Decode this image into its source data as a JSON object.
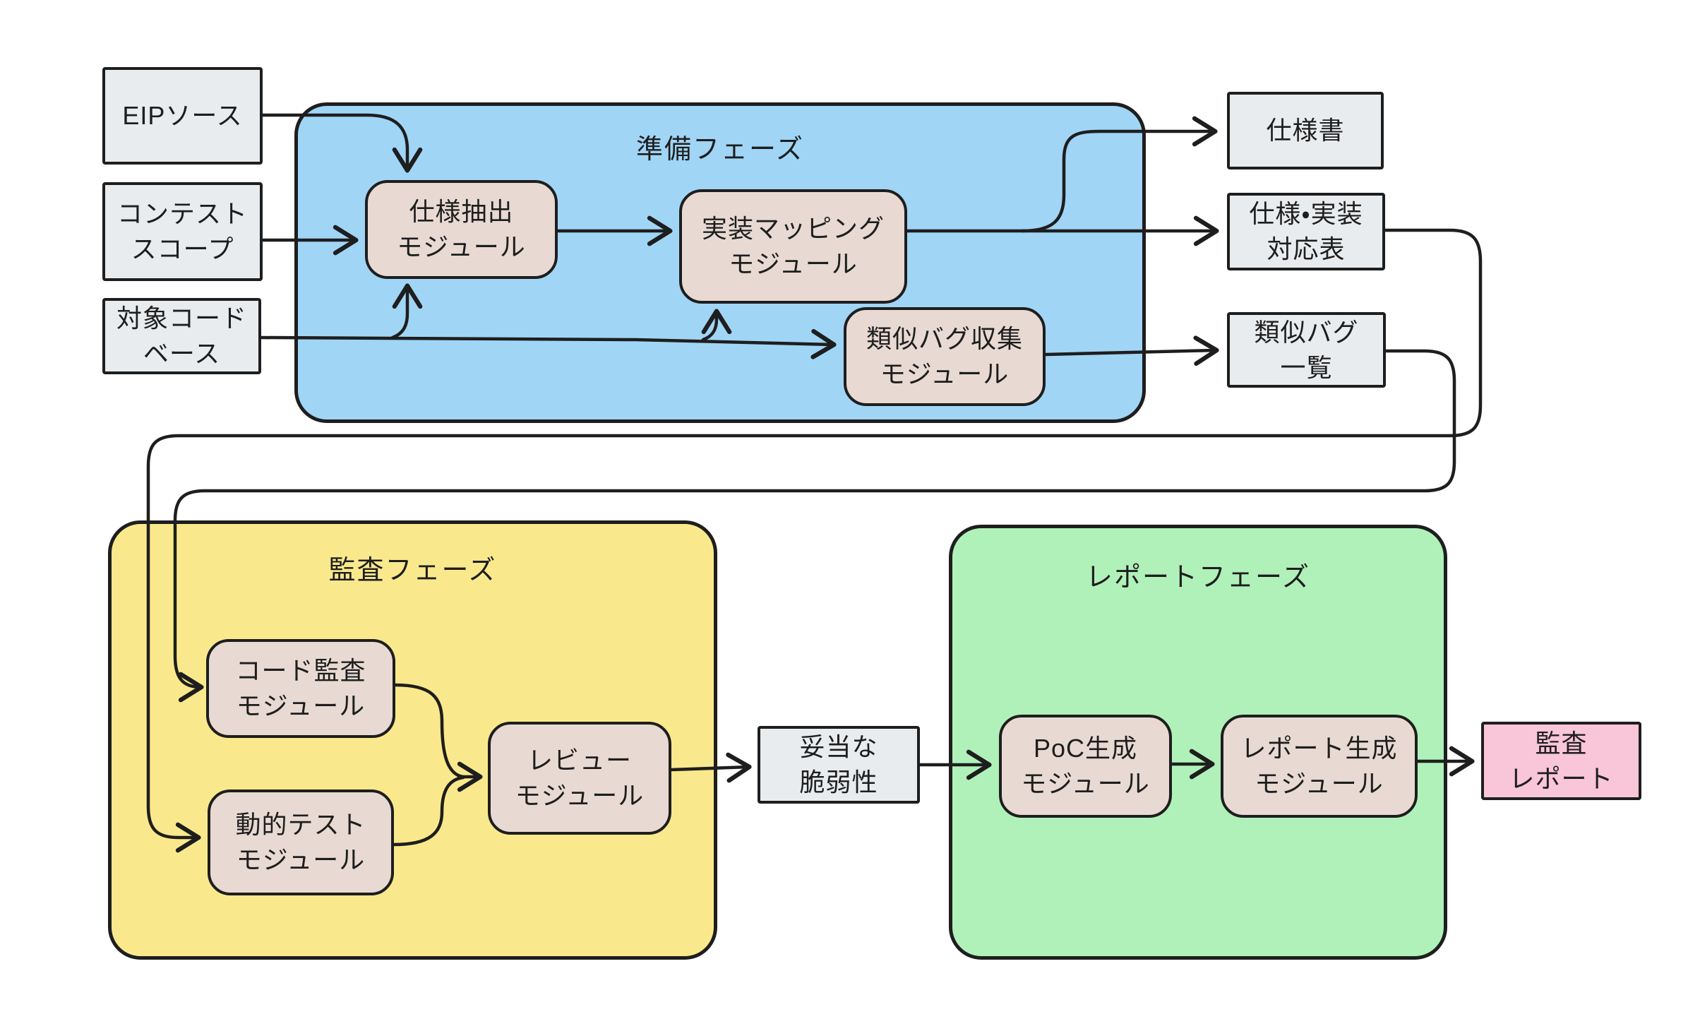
{
  "inputs": {
    "eip": "EIPソース",
    "contest_scope": "コンテスト\nスコープ",
    "codebase": "対象コード\nベース"
  },
  "phases": {
    "prep": {
      "title": "準備フェーズ",
      "modules": {
        "spec_extract": "仕様抽出\nモジュール",
        "impl_map": "実装マッピング\nモジュール",
        "similar_bug": "類似バグ収集\nモジュール"
      }
    },
    "audit": {
      "title": "監査フェーズ",
      "modules": {
        "code_audit": "コード監査\nモジュール",
        "dynamic_test": "動的テスト\nモジュール",
        "review": "レビュー\nモジュール"
      }
    },
    "report": {
      "title": "レポートフェーズ",
      "modules": {
        "poc_gen": "PoC生成\nモジュール",
        "report_gen": "レポート生成\nモジュール"
      }
    }
  },
  "artifacts": {
    "spec_doc": "仕様書",
    "spec_impl_table": "仕様・実装\n対応表",
    "similar_bug_list": "類似バグ\n一覧",
    "valid_vuln": "妥当な\n脆弱性",
    "audit_report": "監査\nレポート"
  },
  "colors": {
    "stroke": "#1e1e1e",
    "bg": "#ffffff",
    "gray": "#e9ecef",
    "blue": "#a0d5f6",
    "yellow": "#fae98c",
    "green": "#b0f1ba",
    "tan": "#e8dad3",
    "pink": "#f9c5d9"
  }
}
